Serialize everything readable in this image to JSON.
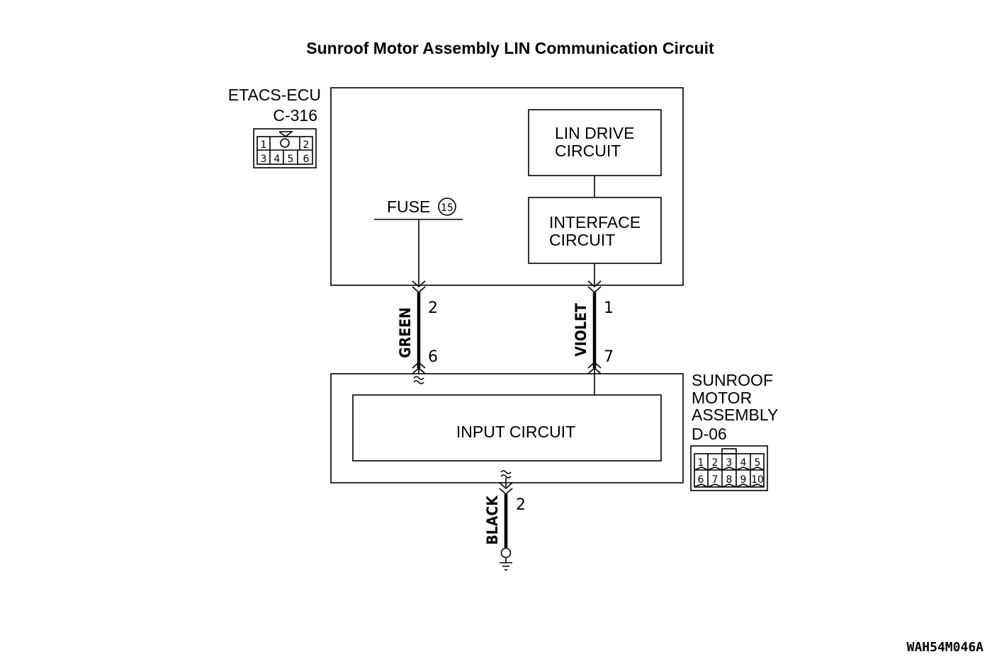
{
  "title": "Sunroof Motor Assembly LIN Communication Circuit",
  "ecu": {
    "name": "ETACS-ECU",
    "connector_id": "C-316",
    "connector_pins_top": [
      "1",
      "2"
    ],
    "connector_pins_bottom": [
      "3",
      "4",
      "5",
      "6"
    ]
  },
  "blocks": {
    "lin_drive": [
      "LIN DRIVE",
      "CIRCUIT"
    ],
    "interface": [
      "INTERFACE",
      "CIRCUIT"
    ],
    "input": "INPUT CIRCUIT"
  },
  "fuse": {
    "label": "FUSE",
    "number": "15"
  },
  "wires": [
    {
      "color_name": "GREEN",
      "from_pin": "2",
      "to_pin": "6"
    },
    {
      "color_name": "VIOLET",
      "from_pin": "1",
      "to_pin": "7"
    },
    {
      "color_name": "BLACK",
      "pin": "2"
    }
  ],
  "motor": {
    "name_lines": [
      "SUNROOF",
      "MOTOR",
      "ASSEMBLY"
    ],
    "connector_id": "D-06",
    "connector_pins_top": [
      "1",
      "2",
      "3",
      "4",
      "5"
    ],
    "connector_pins_bottom": [
      "6",
      "7",
      "8",
      "9",
      "10"
    ]
  },
  "figure_code": "WAH54M046A"
}
